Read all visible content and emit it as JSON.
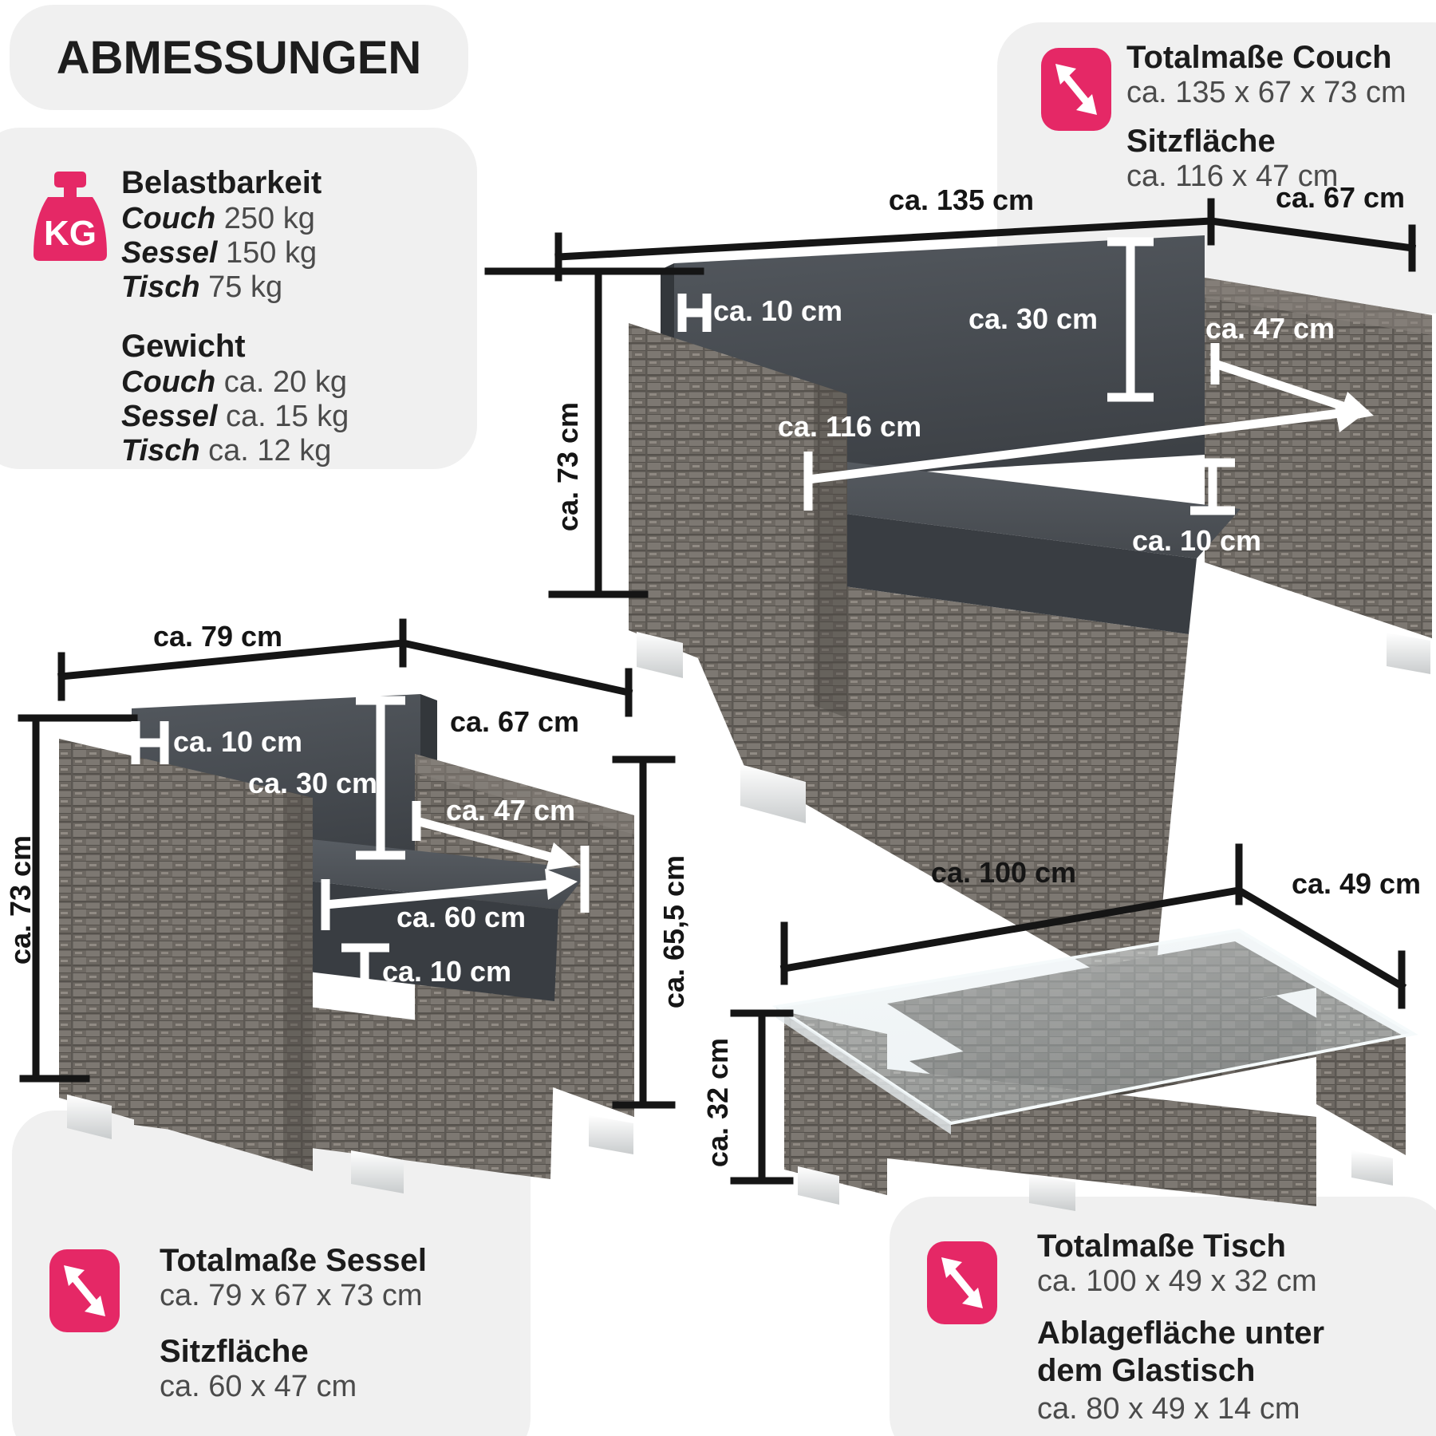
{
  "accent_color": "#e52866",
  "box_color": "#f0f0f0",
  "title": "ABMESSUNGEN",
  "specs": {
    "kg_label": "KG",
    "load": {
      "heading": "Belastbarkeit",
      "items": [
        {
          "name": "Couch",
          "value": "250 kg"
        },
        {
          "name": "Sessel",
          "value": "150 kg"
        },
        {
          "name": "Tisch",
          "value": "75 kg"
        }
      ]
    },
    "weight": {
      "heading": "Gewicht",
      "items": [
        {
          "name": "Couch",
          "value": "ca. 20 kg"
        },
        {
          "name": "Sessel",
          "value": "ca. 15 kg"
        },
        {
          "name": "Tisch",
          "value": "ca. 12 kg"
        }
      ]
    }
  },
  "info_couch": {
    "title": "Totalmaße Couch",
    "dims": "ca. 135 x 67 x 73 cm",
    "sub_title": "Sitzfläche",
    "sub_dims": "ca. 116 x 47 cm"
  },
  "info_sessel": {
    "title": "Totalmaße Sessel",
    "dims": "ca. 79 x 67 x 73 cm",
    "sub_title": "Sitzfläche",
    "sub_dims": "ca. 60 x 47 cm"
  },
  "info_tisch": {
    "title": "Totalmaße Tisch",
    "dims": "ca. 100 x 49 x 32 cm",
    "sub_title": "Ablagefläche unter dem Glastisch",
    "sub_dims": "ca. 80 x 49 x 14 cm"
  },
  "couch": {
    "width": "ca. 135 cm",
    "depth": "ca. 67 cm",
    "height": "ca. 73 cm",
    "back_thickness": "ca. 10 cm",
    "back_height": "ca. 30 cm",
    "seat_depth": "ca. 47 cm",
    "seat_width": "ca. 116 cm",
    "seat_thickness": "ca. 10 cm"
  },
  "sessel": {
    "width": "ca. 79 cm",
    "depth": "ca. 67 cm",
    "height": "ca. 73 cm",
    "back_thickness": "ca. 10 cm",
    "back_height": "ca. 30 cm",
    "seat_depth": "ca. 47 cm",
    "seat_width": "ca. 60 cm",
    "seat_thickness": "ca. 10 cm",
    "armrest_height": "ca. 65,5 cm"
  },
  "tisch": {
    "width": "ca. 100 cm",
    "depth": "ca. 49 cm",
    "height": "ca. 32 cm"
  }
}
